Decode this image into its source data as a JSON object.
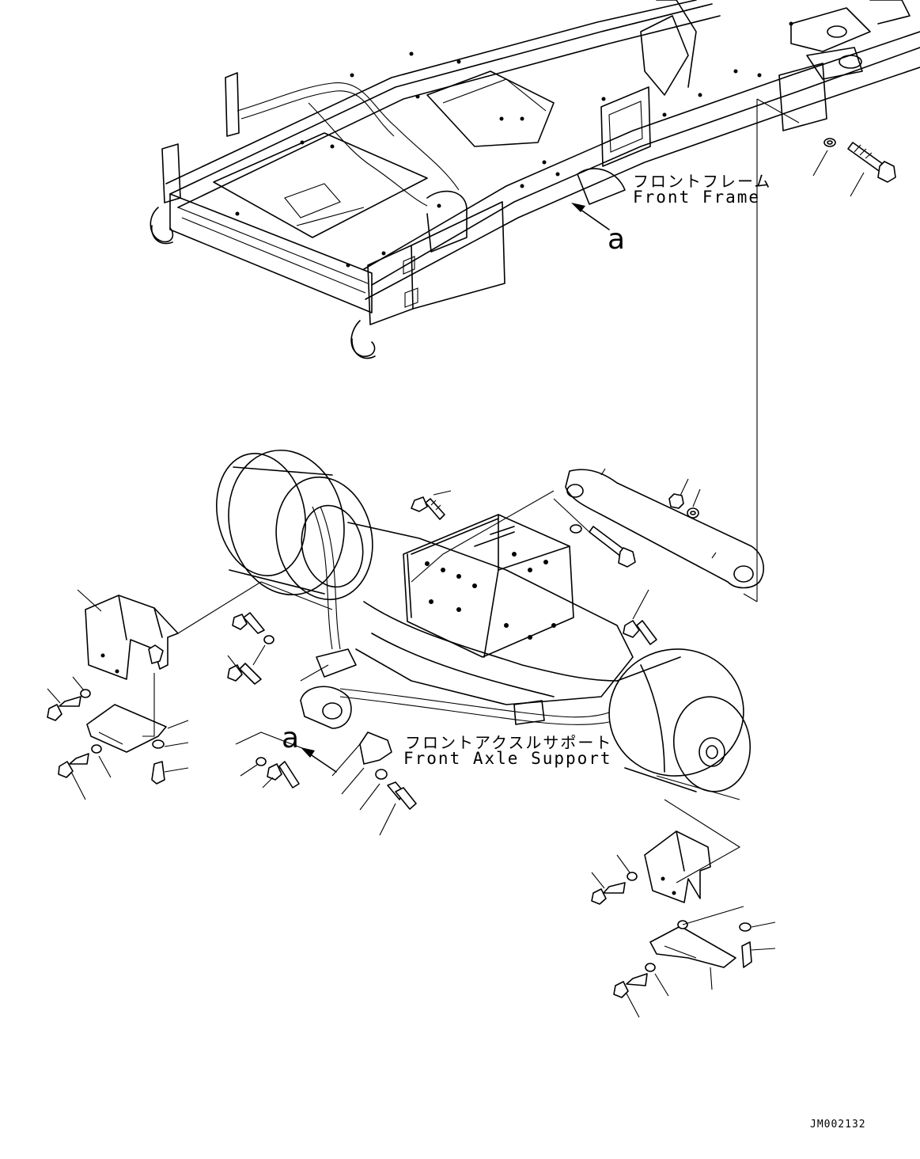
{
  "labels": {
    "front_frame_jp": "フロントフレーム",
    "front_frame_en": "Front Frame",
    "front_axle_support_jp": "フロントアクスルサポート",
    "front_axle_support_en": "Front Axle Support",
    "view_marker_upper": "a",
    "view_marker_lower": "a",
    "drawing_code": "JM002132"
  }
}
